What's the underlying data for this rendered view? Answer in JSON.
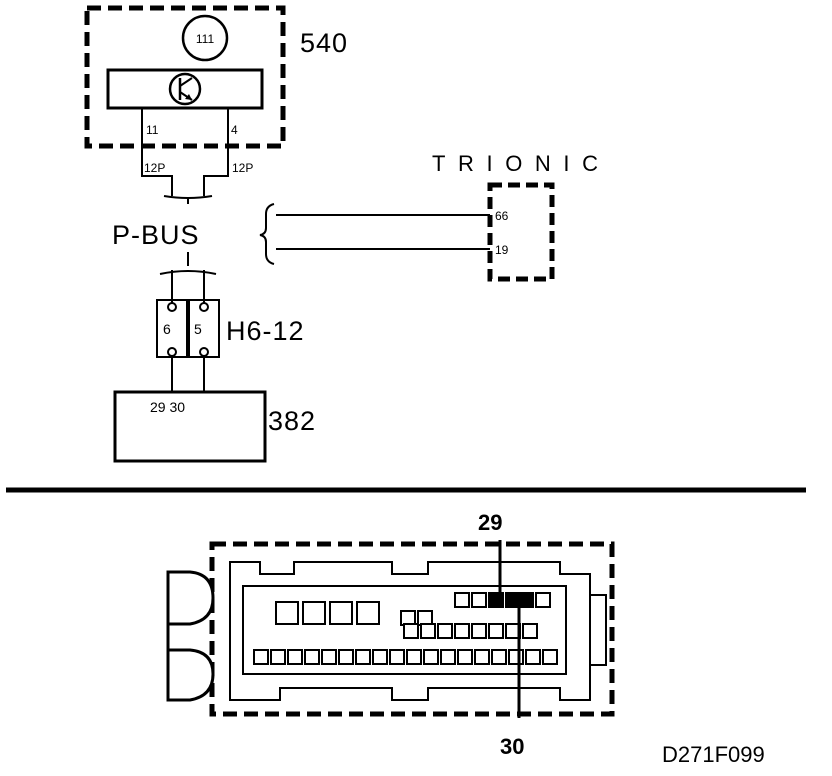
{
  "component_540": {
    "label": "540",
    "lamp": "111",
    "pin_left": "11",
    "pin_right": "4",
    "wire_left": "12P",
    "wire_right": "12P"
  },
  "bus": {
    "label": "P-BUS"
  },
  "trionic": {
    "label": "TRIONIC",
    "pin_top": "66",
    "pin_bottom": "19"
  },
  "connector_h6": {
    "label": "H6-12",
    "pin_left": "6",
    "pin_right": "5"
  },
  "component_382": {
    "label": "382",
    "pins": "29 30"
  },
  "connector_view": {
    "pin_top": "29",
    "pin_bottom": "30"
  },
  "figure_id": "D271F099"
}
